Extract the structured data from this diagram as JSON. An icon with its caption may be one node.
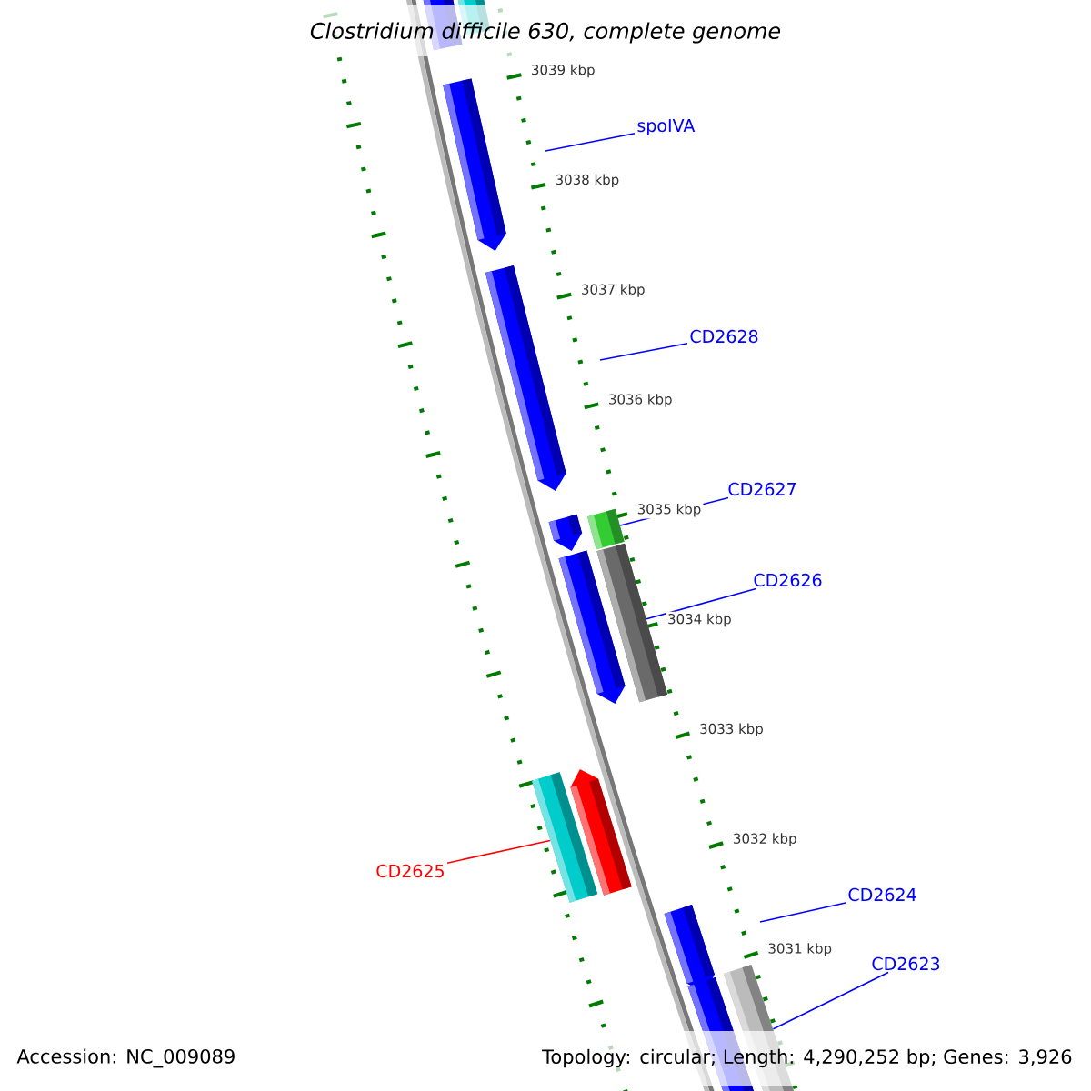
{
  "diagram": {
    "title": "Clostridium difficile 630, complete genome",
    "nodes": [
      {
        "text": [],
        "shape": "bar"
      },
      {
        "text": [],
        "shape": "bar"
      },
      {
        "text": [
          "spoIVA"
        ]
      },
      {
        "text": [],
        "shape": "arrow"
      },
      {
        "text": [
          "CD2628"
        ]
      },
      {
        "text": [],
        "shape": "arrow"
      },
      {
        "text": [
          "CD2627"
        ]
      },
      {
        "text": [],
        "shape": "bar"
      },
      {
        "text": [],
        "shape": "arrow"
      },
      {
        "text": [
          "CD2626"
        ]
      },
      {
        "text": [],
        "shape": "bar"
      },
      {
        "text": [],
        "shape": "arrow"
      },
      {
        "text": [],
        "shape": "arrow"
      },
      {
        "text": [],
        "shape": "bar"
      },
      {
        "text": [
          "CD2625"
        ]
      },
      {
        "text": [],
        "shape": "arrow"
      },
      {
        "text": [
          "CD2624"
        ]
      },
      {
        "text": [],
        "shape": "bar"
      },
      {
        "text": [
          "CD2623"
        ]
      },
      {
        "text": [],
        "shape": "bar"
      }
    ],
    "edges": [
      {
        "from": 2,
        "to": null,
        "arrow": "none"
      },
      {
        "from": 4,
        "to": null,
        "arrow": "none"
      },
      {
        "from": 6,
        "to": 7,
        "arrow": "none"
      },
      {
        "from": 9,
        "to": 10,
        "arrow": "none"
      },
      {
        "from": 14,
        "to": 13,
        "arrow": "none",
        "color": "#ff0000"
      },
      {
        "from": 16,
        "to": null,
        "arrow": "none"
      },
      {
        "from": 18,
        "to": 17,
        "arrow": "none"
      }
    ],
    "labels": [
      "3039 kbp",
      "3038 kbp",
      "3037 kbp",
      "3036 kbp",
      "3035 kbp",
      "3034 kbp",
      "3033 kbp",
      "3032 kbp",
      "3031 kbp",
      "Accession: NC_009089",
      "Topology: circular; Length: 4,290,252 bp; Genes: 3,926"
    ]
  }
}
